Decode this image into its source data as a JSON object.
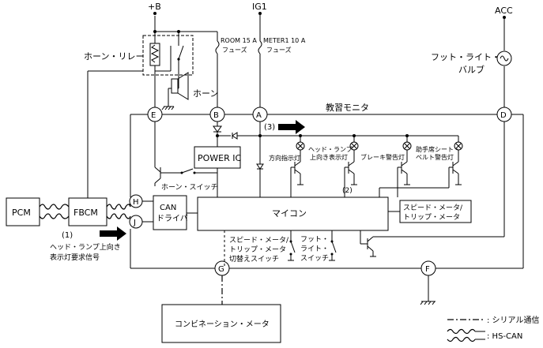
{
  "power": {
    "plus_b": "+B",
    "ig1": "IG1",
    "acc": "ACC"
  },
  "fuses": {
    "room": {
      "line1": "ROOM 15 A",
      "line2": "フューズ"
    },
    "meter": {
      "line1": "METER1 10 A",
      "line2": "フューズ"
    }
  },
  "components": {
    "horn_relay": "ホーン・リレー",
    "horn": "ホーン",
    "foot_light_bulb": {
      "line1": "フット・ライト・",
      "line2": "バルブ"
    },
    "monitor_title": "教習モニタ",
    "power_ic": "POWER IC",
    "can_driver": {
      "line1": "CAN",
      "line2": "ドライバ"
    },
    "microcomputer": "マイコン",
    "speed_trip_meter": {
      "line1": "スピード・メータ/",
      "line2": "トリップ・メータ"
    },
    "pcm": "PCM",
    "fbcm": "FBCM",
    "horn_switch": "ホーン・スイッチ",
    "speed_trip_switch": {
      "line1": "スピード・メータ/",
      "line2": "トリップ・メータ",
      "line3": "切替えスイッチ"
    },
    "foot_light_switch": {
      "line1": "フット・",
      "line2": "ライト・",
      "line3": "スイッチ"
    },
    "combination_meter": "コンビネーション・メータ"
  },
  "lamps": {
    "turn": "方向指示灯",
    "headlamp": {
      "line1": "ヘッド・ランプ",
      "line2": "上向き表示灯"
    },
    "brake": "ブレーキ警告灯",
    "seatbelt": {
      "line1": "助手席シート・",
      "line2": "ベルト警告灯"
    }
  },
  "nodes": {
    "a": "A",
    "b": "B",
    "d": "D",
    "e": "E",
    "f": "F",
    "g": "G",
    "h": "H",
    "j": "J"
  },
  "annotations": {
    "n1": "(1)",
    "n2": "(2)",
    "n3": "(3)",
    "headlamp_request": {
      "line1": "ヘッド・ランプ上向き",
      "line2": "表示灯要求信号"
    }
  },
  "legend": {
    "serial": ": シリアル通信",
    "hscan": ": HS-CAN"
  }
}
